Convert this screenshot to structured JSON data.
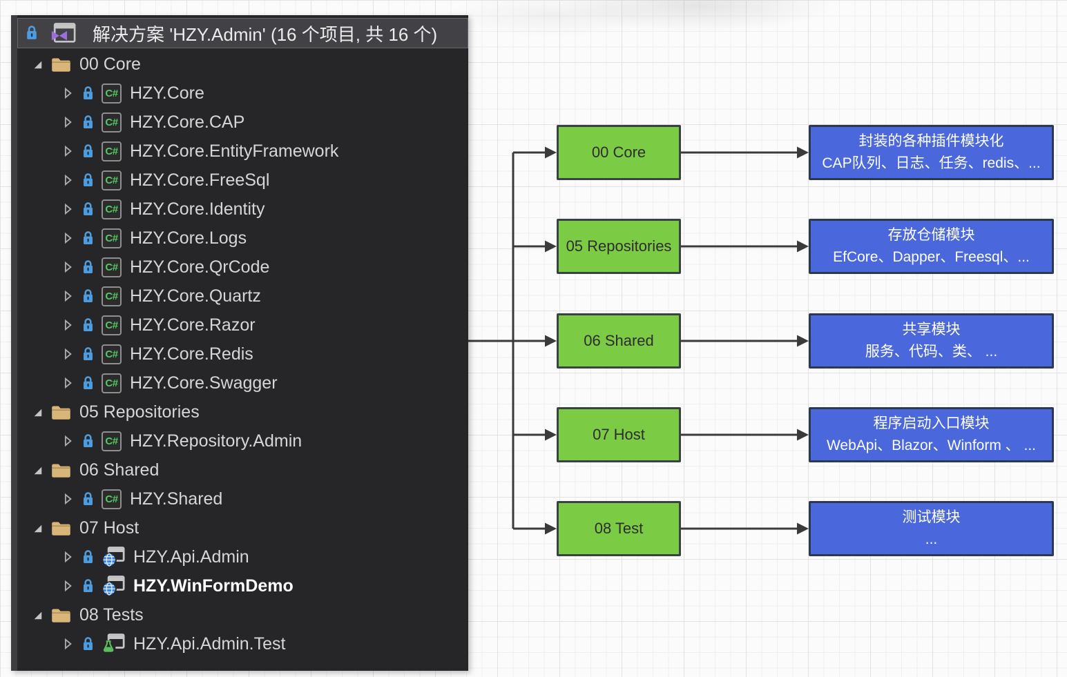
{
  "solution_explorer": {
    "header": {
      "title": "解决方案 'HZY.Admin' (16 个项目, 共 16 个)"
    },
    "items": [
      {
        "label": "00 Core",
        "type": "folder"
      },
      {
        "label": "HZY.Core",
        "type": "csharp"
      },
      {
        "label": "HZY.Core.CAP",
        "type": "csharp"
      },
      {
        "label": "HZY.Core.EntityFramework",
        "type": "csharp"
      },
      {
        "label": "HZY.Core.FreeSql",
        "type": "csharp"
      },
      {
        "label": "HZY.Core.Identity",
        "type": "csharp"
      },
      {
        "label": "HZY.Core.Logs",
        "type": "csharp"
      },
      {
        "label": "HZY.Core.QrCode",
        "type": "csharp"
      },
      {
        "label": "HZY.Core.Quartz",
        "type": "csharp"
      },
      {
        "label": "HZY.Core.Razor",
        "type": "csharp"
      },
      {
        "label": "HZY.Core.Redis",
        "type": "csharp"
      },
      {
        "label": "HZY.Core.Swagger",
        "type": "csharp"
      },
      {
        "label": "05 Repositories",
        "type": "folder"
      },
      {
        "label": "HZY.Repository.Admin",
        "type": "csharp"
      },
      {
        "label": "06 Shared",
        "type": "folder"
      },
      {
        "label": "HZY.Shared",
        "type": "csharp"
      },
      {
        "label": "07 Host",
        "type": "folder"
      },
      {
        "label": "HZY.Api.Admin",
        "type": "web"
      },
      {
        "label": "HZY.WinFormDemo",
        "type": "web",
        "bold": true
      },
      {
        "label": "08 Tests",
        "type": "folder"
      },
      {
        "label": "HZY.Api.Admin.Test",
        "type": "test"
      }
    ]
  },
  "diagram": {
    "rows": [
      {
        "source": "00 Core",
        "desc_title": "封装的各种插件模块化",
        "desc_detail": "CAP队列、日志、任务、redis、..."
      },
      {
        "source": "05 Repositories",
        "desc_title": "存放仓储模块",
        "desc_detail": "EfCore、Dapper、Freesql、..."
      },
      {
        "source": "06 Shared",
        "desc_title": "共享模块",
        "desc_detail": "服务、代码、类、 ..."
      },
      {
        "source": "07 Host",
        "desc_title": "程序启动入口模块",
        "desc_detail": "WebApi、Blazor、Winform 、 ..."
      },
      {
        "source": "08 Test",
        "desc_title": "测试模块",
        "desc_detail": "..."
      }
    ]
  },
  "icons": {
    "lock": "lock-icon",
    "solution": "solution-icon",
    "folder": "folder-icon",
    "csharp": "csharp-project-icon",
    "web": "web-project-icon",
    "test": "test-project-icon",
    "expanded": "expander-expanded-icon",
    "collapsed": "expander-collapsed-icon"
  },
  "colors": {
    "source_box": "#7CCB45",
    "desc_box": "#4A68DC",
    "connector_line": "#3A3A3A",
    "panel_bg": "#262628",
    "folder": "#D8B679",
    "lock_blue": "#4E9CDE",
    "csharp_green": "#56C763"
  }
}
